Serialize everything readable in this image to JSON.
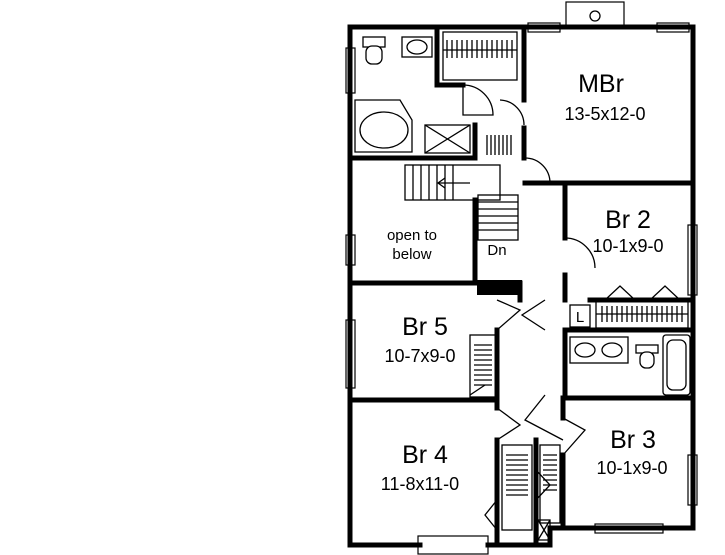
{
  "rooms": {
    "master": {
      "name": "MBr",
      "size": "13-5x12-0"
    },
    "br2": {
      "name": "Br 2",
      "size": "10-1x9-0"
    },
    "br3": {
      "name": "Br 3",
      "size": "10-1x9-0"
    },
    "br4": {
      "name": "Br 4",
      "size": "11-8x11-0"
    },
    "br5": {
      "name": "Br 5",
      "size": "10-7x9-0"
    },
    "open": {
      "line1": "open to",
      "line2": "below"
    }
  },
  "labels": {
    "stairs_down": "Dn",
    "linen": "L"
  }
}
